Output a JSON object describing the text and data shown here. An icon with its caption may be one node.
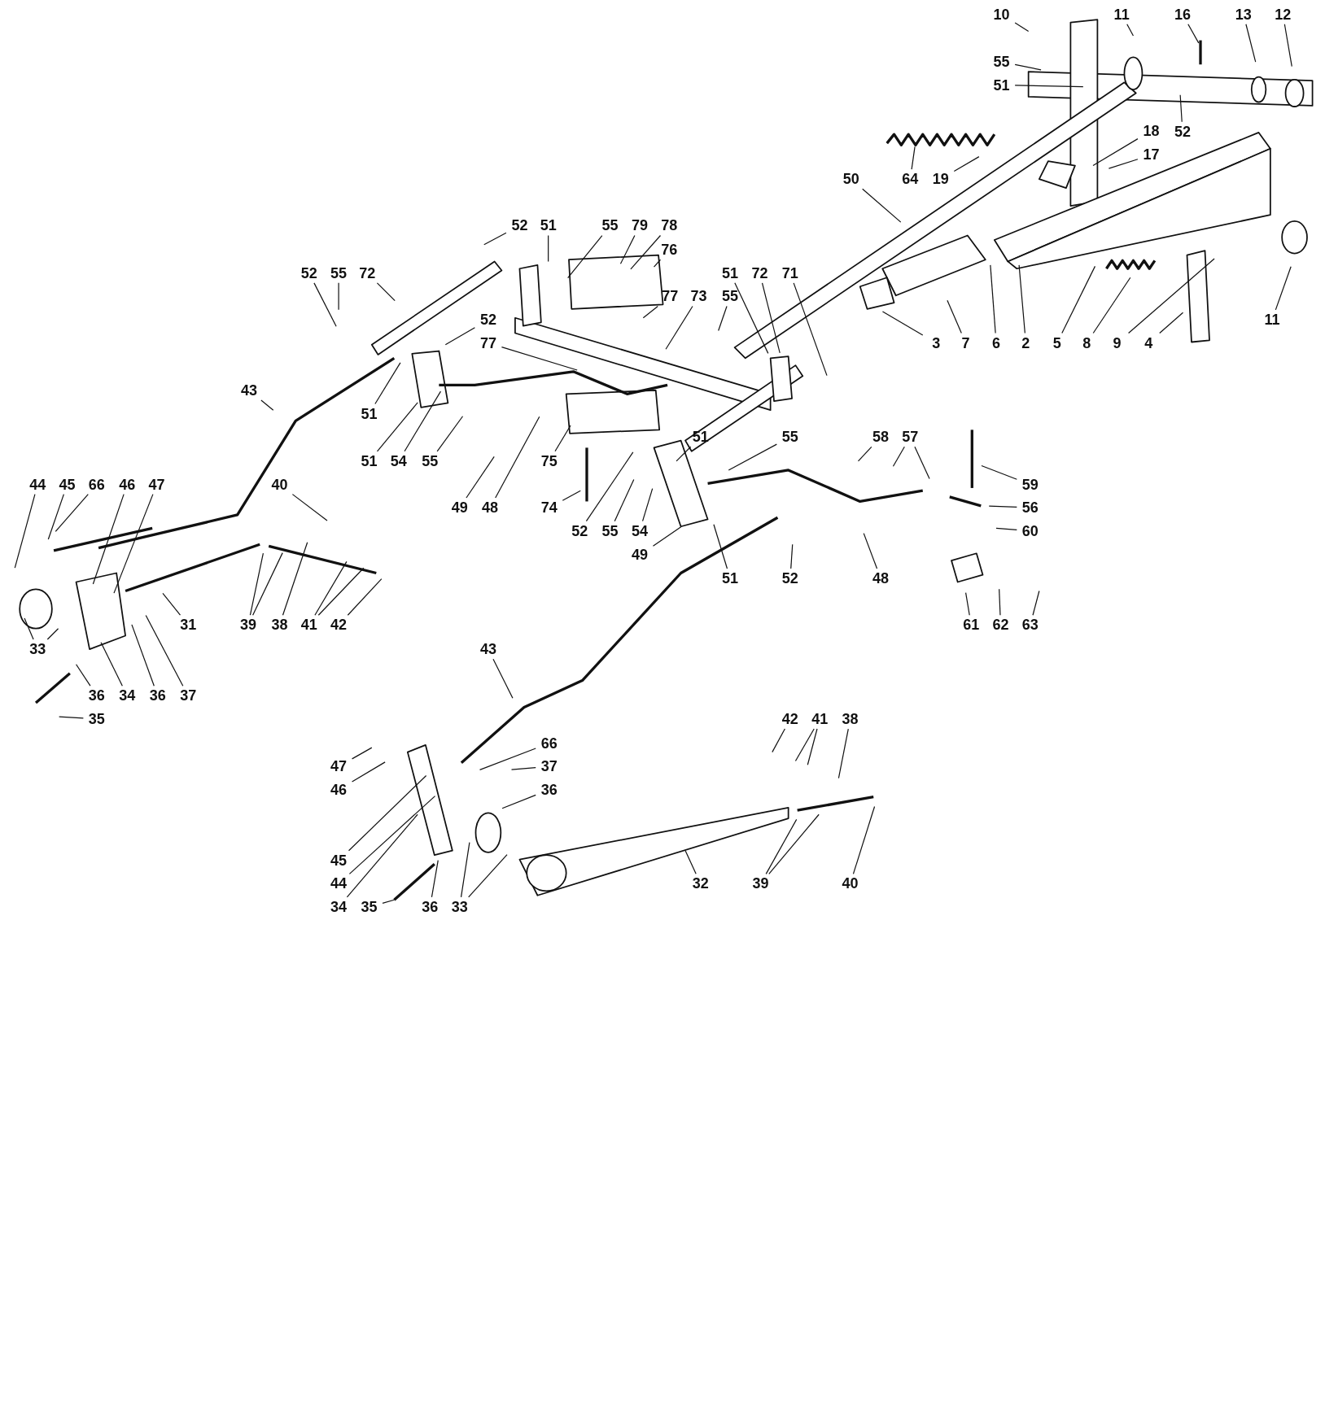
{
  "diagram": {
    "nodes": [
      {
        "text": [
          "10"
        ]
      },
      {
        "text": [
          "11"
        ]
      },
      {
        "text": [
          "16"
        ]
      },
      {
        "text": [
          "13"
        ]
      },
      {
        "text": [
          "12"
        ]
      },
      {
        "text": [
          "55"
        ]
      },
      {
        "text": [
          "51"
        ]
      },
      {
        "text": [
          "52"
        ]
      },
      {
        "text": [
          "18"
        ]
      },
      {
        "text": [
          "17"
        ]
      },
      {
        "text": [
          "64"
        ]
      },
      {
        "text": [
          "19"
        ]
      },
      {
        "text": [
          "50"
        ]
      },
      {
        "text": [
          "52"
        ]
      },
      {
        "text": [
          "51"
        ]
      },
      {
        "text": [
          "55"
        ]
      },
      {
        "text": [
          "79"
        ]
      },
      {
        "text": [
          "78"
        ]
      },
      {
        "text": [
          "76"
        ]
      },
      {
        "text": [
          "52"
        ]
      },
      {
        "text": [
          "55"
        ]
      },
      {
        "text": [
          "72"
        ]
      },
      {
        "text": [
          "51"
        ]
      },
      {
        "text": [
          "72"
        ]
      },
      {
        "text": [
          "71"
        ]
      },
      {
        "text": [
          "77"
        ]
      },
      {
        "text": [
          "73"
        ]
      },
      {
        "text": [
          "55"
        ]
      },
      {
        "text": [
          "52"
        ]
      },
      {
        "text": [
          "3"
        ]
      },
      {
        "text": [
          "7"
        ]
      },
      {
        "text": [
          "6"
        ]
      },
      {
        "text": [
          "2"
        ]
      },
      {
        "text": [
          "5"
        ]
      },
      {
        "text": [
          "8"
        ]
      },
      {
        "text": [
          "9"
        ]
      },
      {
        "text": [
          "4"
        ]
      },
      {
        "text": [
          "11"
        ]
      },
      {
        "text": [
          "77"
        ]
      },
      {
        "text": [
          "43"
        ]
      },
      {
        "text": [
          "51"
        ]
      },
      {
        "text": [
          "51"
        ]
      },
      {
        "text": [
          "54"
        ]
      },
      {
        "text": [
          "55"
        ]
      },
      {
        "text": [
          "75"
        ]
      },
      {
        "text": [
          "51"
        ]
      },
      {
        "text": [
          "55"
        ]
      },
      {
        "text": [
          "58"
        ]
      },
      {
        "text": [
          "57"
        ]
      },
      {
        "text": [
          "44"
        ]
      },
      {
        "text": [
          "45"
        ]
      },
      {
        "text": [
          "66"
        ]
      },
      {
        "text": [
          "46"
        ]
      },
      {
        "text": [
          "47"
        ]
      },
      {
        "text": [
          "40"
        ]
      },
      {
        "text": [
          "59"
        ]
      },
      {
        "text": [
          "49"
        ]
      },
      {
        "text": [
          "48"
        ]
      },
      {
        "text": [
          "74"
        ]
      },
      {
        "text": [
          "56"
        ]
      },
      {
        "text": [
          "52"
        ]
      },
      {
        "text": [
          "55"
        ]
      },
      {
        "text": [
          "54"
        ]
      },
      {
        "text": [
          "60"
        ]
      },
      {
        "text": [
          "49"
        ]
      },
      {
        "text": [
          "51"
        ]
      },
      {
        "text": [
          "52"
        ]
      },
      {
        "text": [
          "48"
        ]
      },
      {
        "text": [
          "39"
        ]
      },
      {
        "text": [
          "38"
        ]
      },
      {
        "text": [
          "41"
        ]
      },
      {
        "text": [
          "42"
        ]
      },
      {
        "text": [
          "31"
        ]
      },
      {
        "text": [
          "61"
        ]
      },
      {
        "text": [
          "62"
        ]
      },
      {
        "text": [
          "63"
        ]
      },
      {
        "text": [
          "33"
        ]
      },
      {
        "text": [
          "43"
        ]
      },
      {
        "text": [
          "36"
        ]
      },
      {
        "text": [
          "34"
        ]
      },
      {
        "text": [
          "36"
        ]
      },
      {
        "text": [
          "37"
        ]
      },
      {
        "text": [
          "35"
        ]
      },
      {
        "text": [
          "42"
        ]
      },
      {
        "text": [
          "41"
        ]
      },
      {
        "text": [
          "38"
        ]
      },
      {
        "text": [
          "66"
        ]
      },
      {
        "text": [
          "47"
        ]
      },
      {
        "text": [
          "37"
        ]
      },
      {
        "text": [
          "46"
        ]
      },
      {
        "text": [
          "36"
        ]
      },
      {
        "text": [
          "45"
        ]
      },
      {
        "text": [
          "44"
        ]
      },
      {
        "text": [
          "32"
        ]
      },
      {
        "text": [
          "39"
        ]
      },
      {
        "text": [
          "40"
        ]
      },
      {
        "text": [
          "34"
        ]
      },
      {
        "text": [
          "35"
        ]
      },
      {
        "text": [
          "36"
        ]
      },
      {
        "text": [
          "33"
        ]
      }
    ],
    "edges": [
      {
        "from": 0,
        "to": null,
        "arrow": "none"
      },
      {
        "from": 1,
        "to": null,
        "arrow": "none"
      },
      {
        "from": 2,
        "to": null,
        "arrow": "none"
      },
      {
        "from": 3,
        "to": null,
        "arrow": "none"
      },
      {
        "from": 4,
        "to": null,
        "arrow": "none"
      },
      {
        "from": 5,
        "to": null,
        "arrow": "none"
      },
      {
        "from": 6,
        "to": null,
        "arrow": "none"
      },
      {
        "from": 7,
        "to": null,
        "arrow": "none"
      },
      {
        "from": 8,
        "to": null,
        "arrow": "none"
      },
      {
        "from": 9,
        "to": null,
        "arrow": "none"
      },
      {
        "from": 10,
        "to": null,
        "arrow": "none"
      },
      {
        "from": 11,
        "to": null,
        "arrow": "none"
      },
      {
        "from": 12,
        "to": null,
        "arrow": "none"
      },
      {
        "from": 13,
        "to": null,
        "arrow": "none"
      },
      {
        "from": 14,
        "to": null,
        "arrow": "none"
      },
      {
        "from": 15,
        "to": null,
        "arrow": "none"
      },
      {
        "from": 16,
        "to": null,
        "arrow": "none"
      },
      {
        "from": 17,
        "to": null,
        "arrow": "none"
      },
      {
        "from": 18,
        "to": null,
        "arrow": "none"
      },
      {
        "from": 19,
        "to": null,
        "arrow": "none"
      },
      {
        "from": 20,
        "to": null,
        "arrow": "none"
      },
      {
        "from": 21,
        "to": null,
        "arrow": "none"
      },
      {
        "from": 22,
        "to": null,
        "arrow": "none"
      },
      {
        "from": 23,
        "to": null,
        "arrow": "none"
      },
      {
        "from": 24,
        "to": null,
        "arrow": "none"
      },
      {
        "from": 25,
        "to": null,
        "arrow": "none"
      },
      {
        "from": 26,
        "to": null,
        "arrow": "none"
      },
      {
        "from": 27,
        "to": null,
        "arrow": "none"
      },
      {
        "from": 28,
        "to": null,
        "arrow": "none"
      },
      {
        "from": 29,
        "to": null,
        "arrow": "none"
      },
      {
        "from": 30,
        "to": null,
        "arrow": "none"
      },
      {
        "from": 31,
        "to": null,
        "arrow": "none"
      },
      {
        "from": 32,
        "to": null,
        "arrow": "none"
      },
      {
        "from": 33,
        "to": null,
        "arrow": "none"
      },
      {
        "from": 34,
        "to": null,
        "arrow": "none"
      },
      {
        "from": 35,
        "to": null,
        "arrow": "none"
      },
      {
        "from": 36,
        "to": null,
        "arrow": "none"
      },
      {
        "from": 37,
        "to": null,
        "arrow": "none"
      },
      {
        "from": 38,
        "to": null,
        "arrow": "none"
      },
      {
        "from": 39,
        "to": null,
        "arrow": "none"
      },
      {
        "from": 40,
        "to": null,
        "arrow": "none"
      },
      {
        "from": 41,
        "to": null,
        "arrow": "none"
      },
      {
        "from": 42,
        "to": null,
        "arrow": "none"
      },
      {
        "from": 43,
        "to": null,
        "arrow": "none"
      },
      {
        "from": 44,
        "to": null,
        "arrow": "none"
      },
      {
        "from": 45,
        "to": null,
        "arrow": "none"
      },
      {
        "from": 46,
        "to": null,
        "arrow": "none"
      },
      {
        "from": 47,
        "to": null,
        "arrow": "none"
      },
      {
        "from": 48,
        "to": null,
        "arrow": "none"
      },
      {
        "from": 48,
        "to": null,
        "arrow": "none"
      },
      {
        "from": 49,
        "to": null,
        "arrow": "none"
      },
      {
        "from": 50,
        "to": null,
        "arrow": "none"
      },
      {
        "from": 51,
        "to": null,
        "arrow": "none"
      },
      {
        "from": 52,
        "to": null,
        "arrow": "none"
      },
      {
        "from": 53,
        "to": null,
        "arrow": "none"
      },
      {
        "from": 54,
        "to": null,
        "arrow": "none"
      },
      {
        "from": 55,
        "to": null,
        "arrow": "none"
      },
      {
        "from": 56,
        "to": null,
        "arrow": "none"
      },
      {
        "from": 57,
        "to": null,
        "arrow": "none"
      },
      {
        "from": 58,
        "to": null,
        "arrow": "none"
      },
      {
        "from": 59,
        "to": null,
        "arrow": "none"
      },
      {
        "from": 60,
        "to": null,
        "arrow": "none"
      },
      {
        "from": 61,
        "to": null,
        "arrow": "none"
      },
      {
        "from": 62,
        "to": null,
        "arrow": "none"
      },
      {
        "from": 63,
        "to": null,
        "arrow": "none"
      },
      {
        "from": 64,
        "to": null,
        "arrow": "none"
      },
      {
        "from": 65,
        "to": null,
        "arrow": "none"
      },
      {
        "from": 66,
        "to": null,
        "arrow": "none"
      },
      {
        "from": 67,
        "to": null,
        "arrow": "none"
      },
      {
        "from": 68,
        "to": null,
        "arrow": "none"
      },
      {
        "from": 68,
        "to": null,
        "arrow": "none"
      },
      {
        "from": 69,
        "to": null,
        "arrow": "none"
      },
      {
        "from": 70,
        "to": null,
        "arrow": "none"
      },
      {
        "from": 70,
        "to": null,
        "arrow": "none"
      },
      {
        "from": 71,
        "to": null,
        "arrow": "none"
      },
      {
        "from": 72,
        "to": null,
        "arrow": "none"
      },
      {
        "from": 73,
        "to": null,
        "arrow": "none"
      },
      {
        "from": 74,
        "to": null,
        "arrow": "none"
      },
      {
        "from": 75,
        "to": null,
        "arrow": "none"
      },
      {
        "from": 76,
        "to": null,
        "arrow": "none"
      },
      {
        "from": 76,
        "to": null,
        "arrow": "none"
      },
      {
        "from": 77,
        "to": null,
        "arrow": "none"
      },
      {
        "from": 78,
        "to": null,
        "arrow": "none"
      },
      {
        "from": 79,
        "to": null,
        "arrow": "none"
      },
      {
        "from": 80,
        "to": null,
        "arrow": "none"
      },
      {
        "from": 81,
        "to": null,
        "arrow": "none"
      },
      {
        "from": 82,
        "to": null,
        "arrow": "none"
      },
      {
        "from": 83,
        "to": null,
        "arrow": "none"
      },
      {
        "from": 84,
        "to": null,
        "arrow": "none"
      },
      {
        "from": 84,
        "to": null,
        "arrow": "none"
      },
      {
        "from": 85,
        "to": null,
        "arrow": "none"
      },
      {
        "from": 86,
        "to": null,
        "arrow": "none"
      },
      {
        "from": 87,
        "to": null,
        "arrow": "none"
      },
      {
        "from": 88,
        "to": null,
        "arrow": "none"
      },
      {
        "from": 89,
        "to": null,
        "arrow": "none"
      },
      {
        "from": 90,
        "to": null,
        "arrow": "none"
      },
      {
        "from": 91,
        "to": null,
        "arrow": "none"
      },
      {
        "from": 92,
        "to": null,
        "arrow": "none"
      },
      {
        "from": 93,
        "to": null,
        "arrow": "none"
      },
      {
        "from": 94,
        "to": null,
        "arrow": "none"
      },
      {
        "from": 94,
        "to": null,
        "arrow": "none"
      },
      {
        "from": 95,
        "to": null,
        "arrow": "none"
      },
      {
        "from": 96,
        "to": null,
        "arrow": "none"
      },
      {
        "from": 97,
        "to": null,
        "arrow": "none"
      },
      {
        "from": 98,
        "to": null,
        "arrow": "none"
      },
      {
        "from": 99,
        "to": null,
        "arrow": "none"
      },
      {
        "from": 99,
        "to": null,
        "arrow": "none"
      }
    ]
  }
}
